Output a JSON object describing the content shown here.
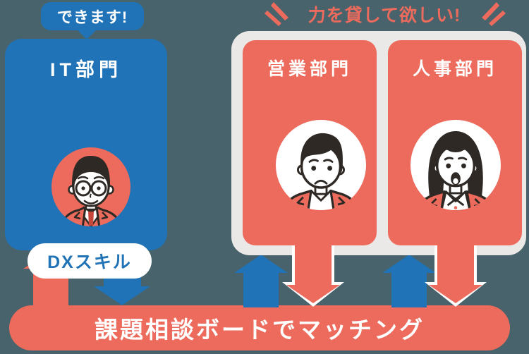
{
  "bubble": {
    "text": "できます!"
  },
  "cards": {
    "it": {
      "title": "IT部門",
      "badge": "DXスキル"
    },
    "sales": {
      "title": "営業部門"
    },
    "hr": {
      "title": "人事部門"
    }
  },
  "request": {
    "text": "力を貸して欲しい!"
  },
  "banner": {
    "text": "課題相談ボードでマッチング"
  },
  "colors": {
    "background": "#48636B",
    "blue": "#2073B6",
    "salmon": "#ED6B5C",
    "panel_gray": "#EAE9E7",
    "white": "#FFFFFF",
    "line_dark": "#2E2925",
    "tie_red": "#C8473C"
  },
  "icons": {
    "arrows": [
      "up-arrow-salmon-icon",
      "down-arrow-blue-icon",
      "up-arrow-blue-middle-icon",
      "down-arrow-salmon-sales-icon",
      "up-arrow-blue-right-icon",
      "down-arrow-salmon-hr-icon"
    ],
    "emphasis": [
      "emphasis-marks-left-icon",
      "emphasis-marks-right-icon"
    ],
    "avatars": [
      "it-worker-avatar",
      "sales-worker-avatar",
      "hr-worker-avatar"
    ]
  }
}
